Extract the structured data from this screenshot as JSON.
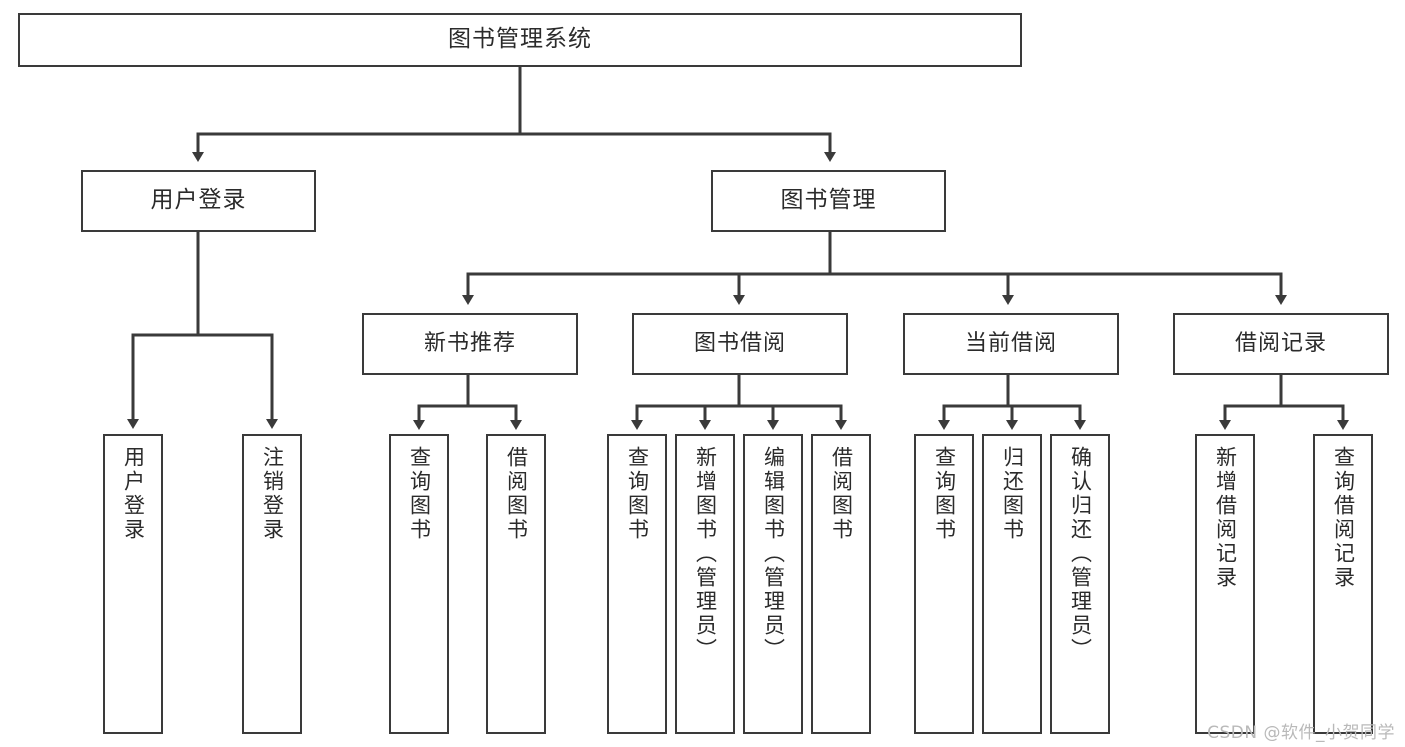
{
  "diagram": {
    "title": "图书管理系统",
    "type": "tree",
    "nodes": {
      "root": {
        "label": "图书管理系统",
        "level": 1
      },
      "user_login": {
        "label": "用户登录",
        "level": 2
      },
      "book_manage": {
        "label": "图书管理",
        "level": 2
      },
      "new_book_rec": {
        "label": "新书推荐",
        "level": 3
      },
      "book_borrow": {
        "label": "图书借阅",
        "level": 3
      },
      "current_borrow": {
        "label": "当前借阅",
        "level": 3
      },
      "borrow_record": {
        "label": "借阅记录",
        "level": 3
      },
      "leaf_user_login": {
        "label": "用户登录",
        "level": 4
      },
      "leaf_logout": {
        "label": "注销登录",
        "level": 4
      },
      "leaf_query_book_1": {
        "label": "查询图书",
        "level": 4
      },
      "leaf_borrow_book_1": {
        "label": "借阅图书",
        "level": 4
      },
      "leaf_query_book_2": {
        "label": "查询图书",
        "level": 4
      },
      "leaf_add_book": {
        "label": "新增图书（管理员）",
        "level": 4
      },
      "leaf_edit_book": {
        "label": "编辑图书（管理员）",
        "level": 4
      },
      "leaf_borrow_book_2": {
        "label": "借阅图书",
        "level": 4
      },
      "leaf_query_book_3": {
        "label": "查询图书",
        "level": 4
      },
      "leaf_return_book": {
        "label": "归还图书",
        "level": 4
      },
      "leaf_confirm_return": {
        "label": "确认归还（管理员）",
        "level": 4
      },
      "leaf_add_record": {
        "label": "新增借阅记录",
        "level": 4
      },
      "leaf_query_record": {
        "label": "查询借阅记录",
        "level": 4
      }
    },
    "edges": [
      {
        "from": "root",
        "to": "user_login"
      },
      {
        "from": "root",
        "to": "book_manage"
      },
      {
        "from": "user_login",
        "to": "leaf_user_login"
      },
      {
        "from": "user_login",
        "to": "leaf_logout"
      },
      {
        "from": "book_manage",
        "to": "new_book_rec"
      },
      {
        "from": "book_manage",
        "to": "book_borrow"
      },
      {
        "from": "book_manage",
        "to": "current_borrow"
      },
      {
        "from": "book_manage",
        "to": "borrow_record"
      },
      {
        "from": "new_book_rec",
        "to": "leaf_query_book_1"
      },
      {
        "from": "new_book_rec",
        "to": "leaf_borrow_book_1"
      },
      {
        "from": "book_borrow",
        "to": "leaf_query_book_2"
      },
      {
        "from": "book_borrow",
        "to": "leaf_add_book"
      },
      {
        "from": "book_borrow",
        "to": "leaf_edit_book"
      },
      {
        "from": "book_borrow",
        "to": "leaf_borrow_book_2"
      },
      {
        "from": "current_borrow",
        "to": "leaf_query_book_3"
      },
      {
        "from": "current_borrow",
        "to": "leaf_return_book"
      },
      {
        "from": "current_borrow",
        "to": "leaf_confirm_return"
      },
      {
        "from": "borrow_record",
        "to": "leaf_add_record"
      },
      {
        "from": "borrow_record",
        "to": "leaf_query_record"
      }
    ],
    "colors": {
      "box_border": "#3a3a3a",
      "box_fill": "#ffffff",
      "connector": "#3a3a3a",
      "text": "#2b2b2b",
      "background": "#ffffff",
      "watermark": "#b9b9b9"
    }
  },
  "watermark": {
    "text": "CSDN @软件_小贺同学"
  }
}
